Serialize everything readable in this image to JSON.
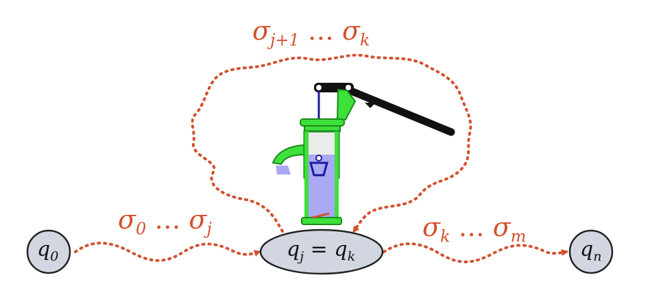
{
  "colors": {
    "path": "#d4502e",
    "node_fill": "#d1d6e0",
    "node_stroke": "#222222",
    "pump_green": "#3ee03a",
    "pump_dark": "#111111",
    "water": "#a9a9f5",
    "rod": "#1a1a9a"
  },
  "nodes": {
    "start": {
      "var": "q",
      "sub": "0"
    },
    "middle": {
      "left_var": "q",
      "left_sub": "j",
      "eq": "=",
      "right_var": "q",
      "right_sub": "k"
    },
    "end": {
      "var": "q",
      "sub": "n"
    }
  },
  "labels": {
    "first": {
      "a": "σ",
      "a_sub": "0",
      "dots": "…",
      "b": "σ",
      "b_sub": "j"
    },
    "loop": {
      "a": "σ",
      "a_sub": "j+1",
      "dots": "…",
      "b": "σ",
      "b_sub": "k"
    },
    "last": {
      "a": "σ",
      "a_sub": "k",
      "dots": "…",
      "b": "σ",
      "b_sub": "m"
    }
  },
  "icons": {
    "pump": "water-pump-icon"
  }
}
